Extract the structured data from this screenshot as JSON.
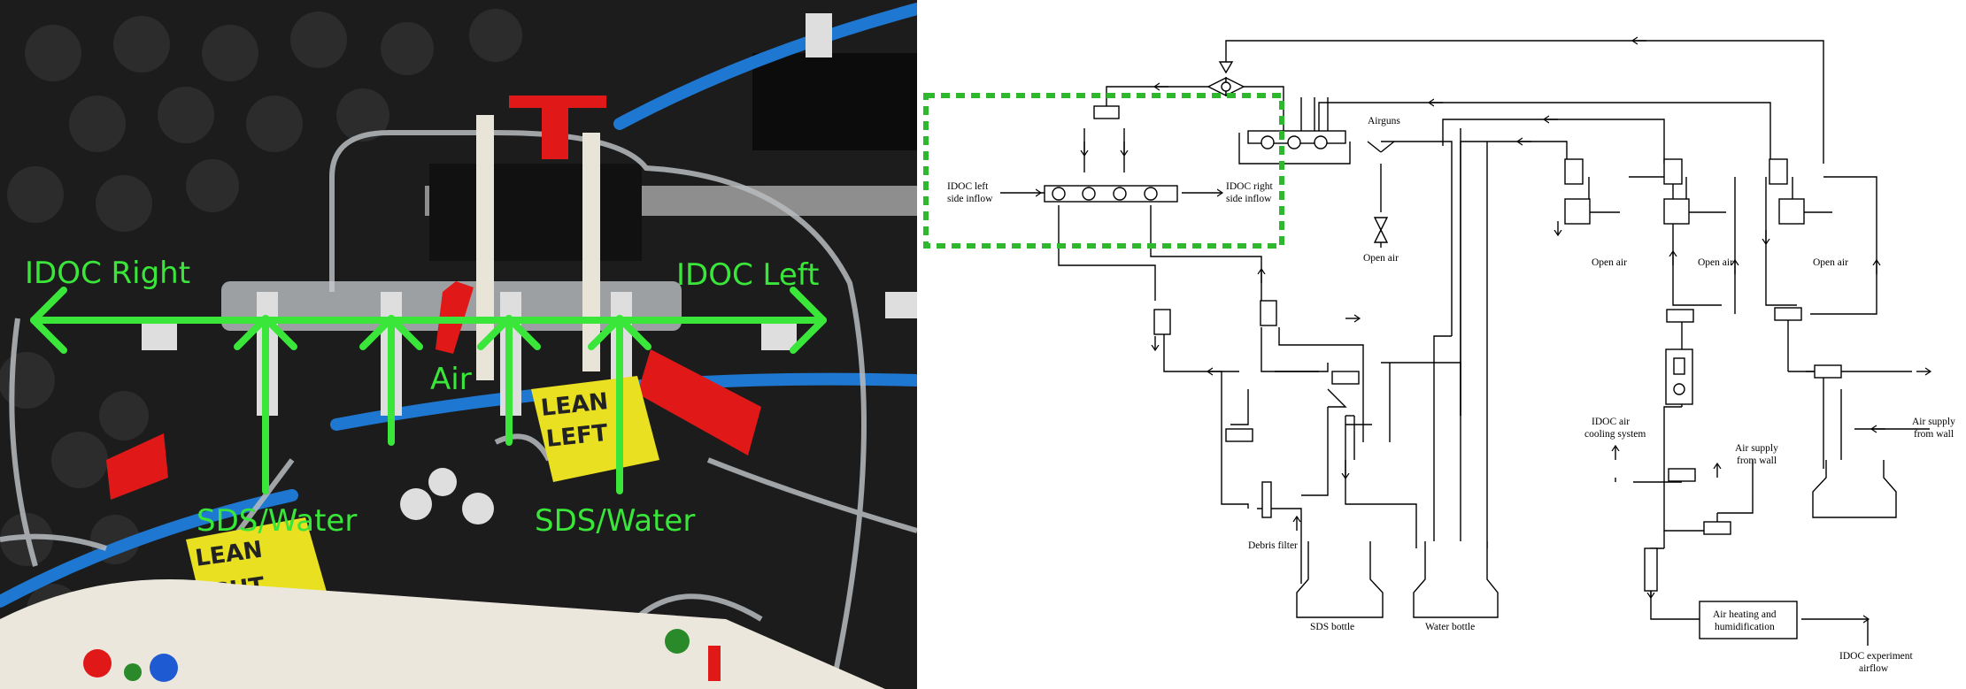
{
  "photo": {
    "labels": {
      "idoc_right": "IDOC Right",
      "idoc_left": "IDOC Left",
      "air": "Air",
      "sds_water_left": "SDS/Water",
      "sds_water_right": "SDS/Water"
    },
    "tapes": {
      "clean_left_1": "LEAN",
      "clean_left_2": "LEFT",
      "clean_right_1": "LEAN",
      "clean_right_2": "IGHT"
    },
    "colors": {
      "annotation": "#39e639",
      "tape_yellow": "#e8e020",
      "tape_red": "#e01818",
      "background": "#1c1c1c",
      "tubing_blue": "#1e78d2"
    }
  },
  "schematic": {
    "labels": {
      "idoc_left_inflow_1": "IDOC left",
      "idoc_left_inflow_2": "side inflow",
      "idoc_right_inflow_1": "IDOC right",
      "idoc_right_inflow_2": "side inflow",
      "airguns": "Airguns",
      "open_air_center": "Open air",
      "open_air_1": "Open air",
      "open_air_2": "Open air",
      "open_air_3": "Open air",
      "debris_filter": "Debris filter",
      "sds_bottle": "SDS bottle",
      "water_bottle": "Water bottle",
      "idoc_air_cooling_1": "IDOC air",
      "idoc_air_cooling_2": "cooling system",
      "air_supply_wall_1a": "Air supply",
      "air_supply_wall_1b": "from wall",
      "air_supply_wall_2a": "Air supply",
      "air_supply_wall_2b": "from wall",
      "air_heating_1": "Air heating and",
      "air_heating_2": "humidification",
      "idoc_experiment_1": "IDOC experiment",
      "idoc_experiment_2": "airflow"
    },
    "highlight_color": "#2db82d"
  }
}
